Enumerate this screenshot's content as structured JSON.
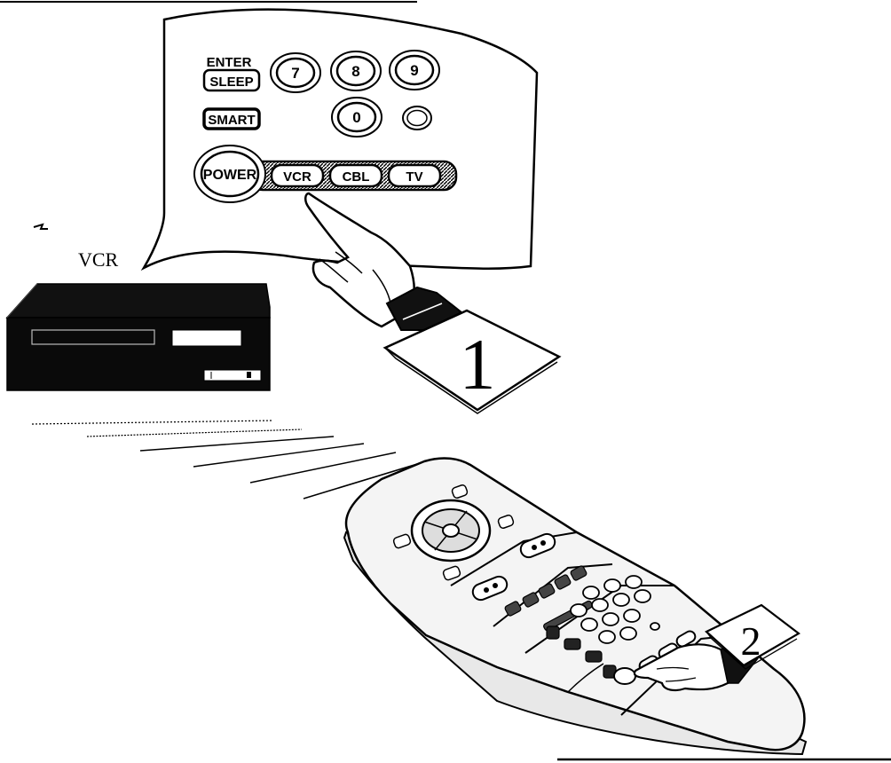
{
  "remote_closeup": {
    "enter_label": "ENTER",
    "sleep_label": "SLEEP",
    "smart_label": "SMART",
    "power_label": "POWER",
    "digits": [
      "7",
      "8",
      "9",
      "0"
    ],
    "modes": [
      "VCR",
      "CBL",
      "TV"
    ]
  },
  "device_label": "VCR",
  "steps": [
    "1",
    "2"
  ]
}
